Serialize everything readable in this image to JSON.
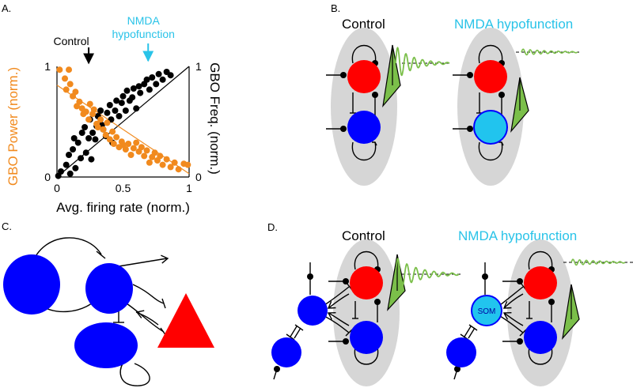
{
  "colors": {
    "control": "#000000",
    "nmda": "#29c3e8",
    "power": "#f18a1e",
    "red": "#ff0000",
    "blue": "#0000ff",
    "cyan": "#21c4ee",
    "wave": "#7bbf4a",
    "oval": "#d6d6d6"
  },
  "panels": {
    "a": {
      "label": "A."
    },
    "b": {
      "label": "B.",
      "control": "Control",
      "nmda": "NMDA hypofunction"
    },
    "c": {
      "label": "C."
    },
    "d": {
      "label": "D.",
      "control": "Control",
      "nmda": "NMDA hypofunction",
      "som": "SOM"
    }
  },
  "chart_data": {
    "type": "scatter",
    "xlabel": "Avg. firing rate (norm.)",
    "ylabel_left": "GBO Power (norm.)",
    "ylabel_right": "GBO Freq. (norm.)",
    "xlim": [
      0,
      1
    ],
    "ylim": [
      0,
      1
    ],
    "xticks": [
      "0",
      "0.5",
      "1"
    ],
    "yticks_left": [
      "0",
      "1"
    ],
    "yticks_right": [
      "0",
      "1"
    ],
    "arrows": [
      {
        "label": "Control",
        "x": 0.24,
        "color": "#000000"
      },
      {
        "label": "NMDA hypofunction",
        "x": 0.69,
        "color": "#29c3e8"
      }
    ],
    "fit_lines": [
      {
        "name": "GBO Freq.",
        "color": "#000000",
        "from": [
          0,
          0
        ],
        "to": [
          1,
          1
        ]
      },
      {
        "name": "GBO Power",
        "color": "#f18a1e",
        "from": [
          0,
          0.83
        ],
        "to": [
          1,
          0.03
        ]
      }
    ],
    "series": [
      {
        "name": "GBO Freq.",
        "color": "#000000",
        "points": [
          [
            0.01,
            0.01
          ],
          [
            0.03,
            0.05
          ],
          [
            0.07,
            0.11
          ],
          [
            0.09,
            0.2
          ],
          [
            0.1,
            0.03
          ],
          [
            0.12,
            0.25
          ],
          [
            0.13,
            0.35
          ],
          [
            0.14,
            0.08
          ],
          [
            0.16,
            0.31
          ],
          [
            0.18,
            0.17
          ],
          [
            0.19,
            0.4
          ],
          [
            0.21,
            0.45
          ],
          [
            0.22,
            0.22
          ],
          [
            0.24,
            0.35
          ],
          [
            0.25,
            0.52
          ],
          [
            0.26,
            0.16
          ],
          [
            0.27,
            0.4
          ],
          [
            0.29,
            0.34
          ],
          [
            0.3,
            0.46
          ],
          [
            0.31,
            0.55
          ],
          [
            0.33,
            0.6
          ],
          [
            0.34,
            0.47
          ],
          [
            0.35,
            0.43
          ],
          [
            0.37,
            0.37
          ],
          [
            0.38,
            0.58
          ],
          [
            0.4,
            0.65
          ],
          [
            0.41,
            0.52
          ],
          [
            0.42,
            0.31
          ],
          [
            0.44,
            0.6
          ],
          [
            0.45,
            0.69
          ],
          [
            0.47,
            0.55
          ],
          [
            0.49,
            0.67
          ],
          [
            0.5,
            0.73
          ],
          [
            0.52,
            0.6
          ],
          [
            0.53,
            0.78
          ],
          [
            0.55,
            0.69
          ],
          [
            0.57,
            0.72
          ],
          [
            0.58,
            0.8
          ],
          [
            0.6,
            0.62
          ],
          [
            0.62,
            0.82
          ],
          [
            0.63,
            0.76
          ],
          [
            0.66,
            0.84
          ],
          [
            0.68,
            0.88
          ],
          [
            0.7,
            0.79
          ],
          [
            0.72,
            0.9
          ],
          [
            0.75,
            0.84
          ],
          [
            0.77,
            0.93
          ],
          [
            0.8,
            0.88
          ],
          [
            0.83,
            0.95
          ],
          [
            0.86,
            0.92
          ]
        ]
      },
      {
        "name": "GBO Power",
        "color": "#f18a1e",
        "points": [
          [
            0.02,
            0.97
          ],
          [
            0.06,
            0.89
          ],
          [
            0.07,
            0.79
          ],
          [
            0.09,
            0.97
          ],
          [
            0.1,
            0.84
          ],
          [
            0.12,
            0.73
          ],
          [
            0.14,
            0.77
          ],
          [
            0.15,
            0.64
          ],
          [
            0.17,
            0.68
          ],
          [
            0.19,
            0.62
          ],
          [
            0.2,
            0.57
          ],
          [
            0.22,
            0.59
          ],
          [
            0.24,
            0.52
          ],
          [
            0.25,
            0.66
          ],
          [
            0.27,
            0.57
          ],
          [
            0.28,
            0.61
          ],
          [
            0.3,
            0.48
          ],
          [
            0.31,
            0.45
          ],
          [
            0.33,
            0.52
          ],
          [
            0.35,
            0.43
          ],
          [
            0.37,
            0.38
          ],
          [
            0.38,
            0.49
          ],
          [
            0.4,
            0.34
          ],
          [
            0.42,
            0.41
          ],
          [
            0.43,
            0.3
          ],
          [
            0.45,
            0.36
          ],
          [
            0.47,
            0.27
          ],
          [
            0.49,
            0.32
          ],
          [
            0.5,
            0.29
          ],
          [
            0.52,
            0.25
          ],
          [
            0.54,
            0.3
          ],
          [
            0.56,
            0.2
          ],
          [
            0.58,
            0.26
          ],
          [
            0.6,
            0.31
          ],
          [
            0.62,
            0.23
          ],
          [
            0.64,
            0.27
          ],
          [
            0.66,
            0.19
          ],
          [
            0.68,
            0.24
          ],
          [
            0.7,
            0.13
          ],
          [
            0.72,
            0.18
          ],
          [
            0.74,
            0.22
          ],
          [
            0.76,
            0.15
          ],
          [
            0.78,
            0.19
          ],
          [
            0.8,
            0.11
          ],
          [
            0.83,
            0.16
          ],
          [
            0.86,
            0.09
          ],
          [
            0.89,
            0.13
          ],
          [
            0.92,
            0.07
          ],
          [
            0.96,
            0.12
          ],
          [
            0.99,
            0.11
          ]
        ]
      }
    ]
  }
}
